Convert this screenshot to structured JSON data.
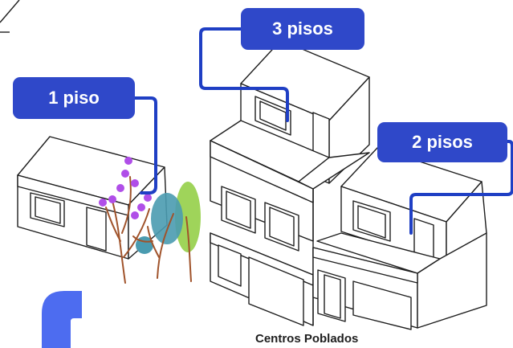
{
  "labels": {
    "one_floor": "1 piso",
    "three_floors": "3 pisos",
    "two_floors": "2 pisos"
  },
  "caption": "Centros Poblados",
  "colors": {
    "label_fill": "#2f48c9",
    "connector": "#1f3fc4",
    "accent_shape": "#4d6cf0",
    "line": "#1e1e1e",
    "tree_purple": "#b04ee8",
    "tree_teal": "#4a9bb0",
    "tree_green": "#9fd45a",
    "tree_trunk": "#a0532b"
  },
  "icons": [
    "house-one-floor-icon",
    "house-three-floor-icon",
    "house-two-floor-icon",
    "tree-icon"
  ]
}
